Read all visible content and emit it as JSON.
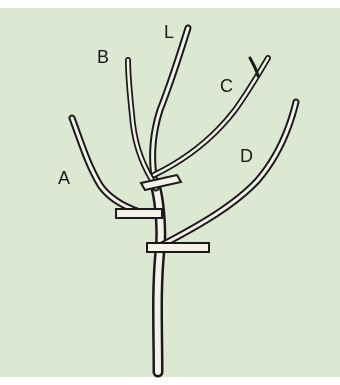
{
  "colors": {
    "background": "#dde8d2",
    "ink": "#1a1a1a",
    "band_fill": "#f4f1ea"
  },
  "labels": {
    "a": "A",
    "b": "B",
    "c": "C",
    "d": "D",
    "l": "L"
  }
}
